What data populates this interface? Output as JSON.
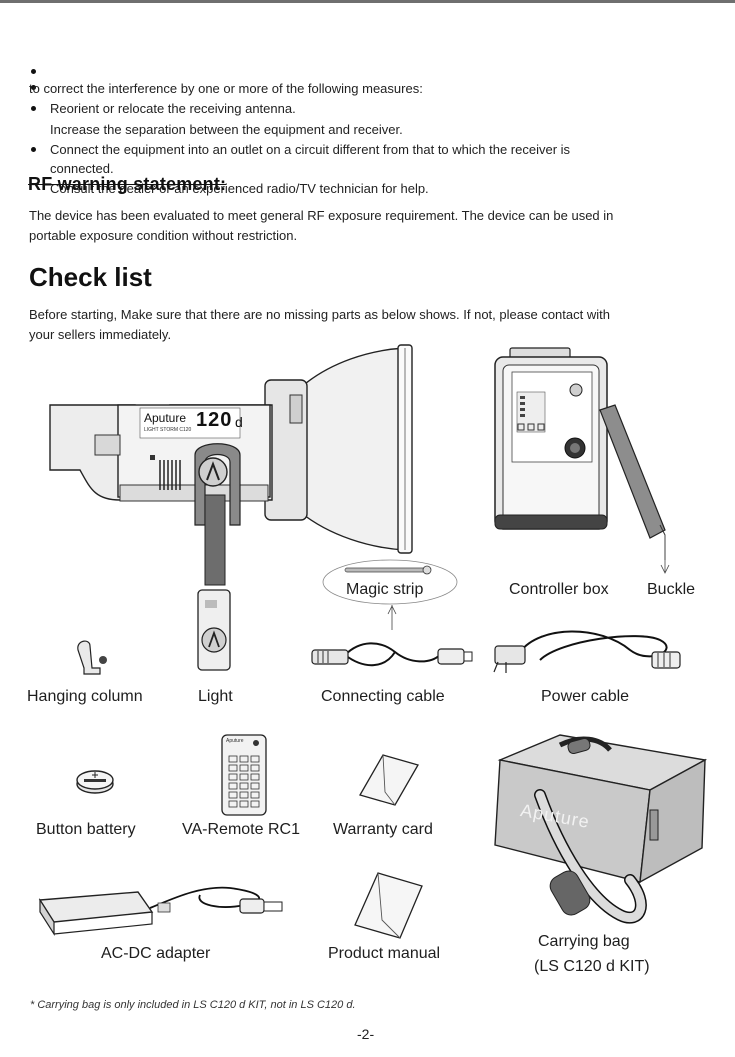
{
  "fcc": {
    "intro": "to correct the interference by one or more of the following measures:",
    "items": [
      "Reorient or relocate the receiving antenna.",
      "Increase the separation between the equipment and receiver.",
      "Connect the equipment into an outlet on a circuit different from that to which the receiver is",
      "connected.",
      "Consult the dealer or an experienced radio/TV technician for help."
    ]
  },
  "rf": {
    "heading": "RF warning statement:",
    "body_line1": "The device has been evaluated to meet general RF exposure requirement. The device can be used in",
    "body_line2": "portable exposure condition without restriction."
  },
  "checklist": {
    "title": "Check list",
    "intro_line1": "Before starting, Make sure that there are no missing parts as below shows. If not, please contact with",
    "intro_line2": "your sellers immediately.",
    "labels": {
      "magic_strip": "Magic strip",
      "controller_box": "Controller box",
      "buckle": "Buckle",
      "hanging_column": "Hanging column",
      "light": "Light",
      "connecting_cable": "Connecting cable",
      "power_cable": "Power cable",
      "button_battery": "Button battery",
      "remote": "VA-Remote RC1",
      "warranty_card": "Warranty card",
      "adapter": "AC-DC adapter",
      "product_manual": "Product manual",
      "carrying_bag_line1": "Carrying bag",
      "carrying_bag_line2": "(LS C120 d KIT)"
    },
    "device": {
      "brand": "Aputure",
      "model_num": "120",
      "model_suffix": "d",
      "series": "LIGHT STORM C120",
      "remote_brand": "Aputure",
      "bag_brand": "Aputure"
    }
  },
  "footnote": "* Carrying bag is only included in LS C120 d KIT, not in LS C120 d.",
  "page_number": "-2-"
}
